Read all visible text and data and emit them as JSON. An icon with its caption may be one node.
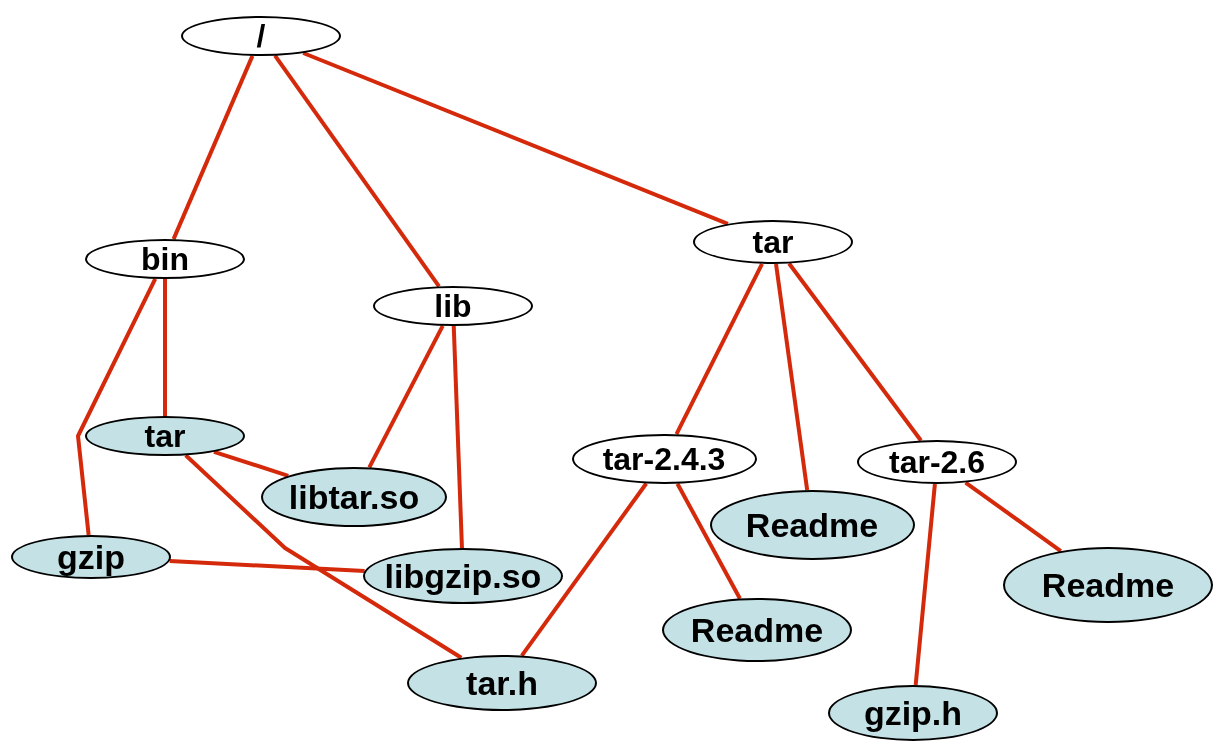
{
  "diagram": {
    "nodes": [
      {
        "text": [
          "/"
        ]
      },
      {
        "text": [
          "bin"
        ]
      },
      {
        "text": [
          "lib"
        ]
      },
      {
        "text": [
          "tar"
        ]
      },
      {
        "text": [
          "tar"
        ]
      },
      {
        "text": [
          "libtar.so"
        ]
      },
      {
        "text": [
          "gzip"
        ]
      },
      {
        "text": [
          "libgzip.so"
        ]
      },
      {
        "text": [
          "tar.h"
        ]
      },
      {
        "text": [
          "tar-2.4.3"
        ]
      },
      {
        "text": [
          "Readme"
        ]
      },
      {
        "text": [
          "tar-2.6"
        ]
      },
      {
        "text": [
          "Readme"
        ]
      },
      {
        "text": [
          "Readme"
        ]
      },
      {
        "text": [
          "gzip.h"
        ]
      }
    ],
    "edges": [
      {
        "from": 0,
        "to": 1,
        "arrow": "none"
      },
      {
        "from": 0,
        "to": 2,
        "arrow": "none"
      },
      {
        "from": 0,
        "to": 3,
        "arrow": "none"
      },
      {
        "from": 1,
        "to": 4,
        "arrow": "none"
      },
      {
        "from": 1,
        "to": 6,
        "arrow": "none"
      },
      {
        "from": 2,
        "to": 5,
        "arrow": "none"
      },
      {
        "from": 2,
        "to": 7,
        "arrow": "none"
      },
      {
        "from": 4,
        "to": 5,
        "arrow": "none"
      },
      {
        "from": 4,
        "to": 8,
        "arrow": "none"
      },
      {
        "from": 6,
        "to": 7,
        "arrow": "none"
      },
      {
        "from": 3,
        "to": 9,
        "arrow": "none"
      },
      {
        "from": 3,
        "to": 10,
        "arrow": "none"
      },
      {
        "from": 3,
        "to": 11,
        "arrow": "none"
      },
      {
        "from": 9,
        "to": 8,
        "arrow": "none"
      },
      {
        "from": 9,
        "to": 12,
        "arrow": "none"
      },
      {
        "from": 11,
        "to": 14,
        "arrow": "none"
      },
      {
        "from": 11,
        "to": 13,
        "arrow": "none"
      }
    ]
  }
}
